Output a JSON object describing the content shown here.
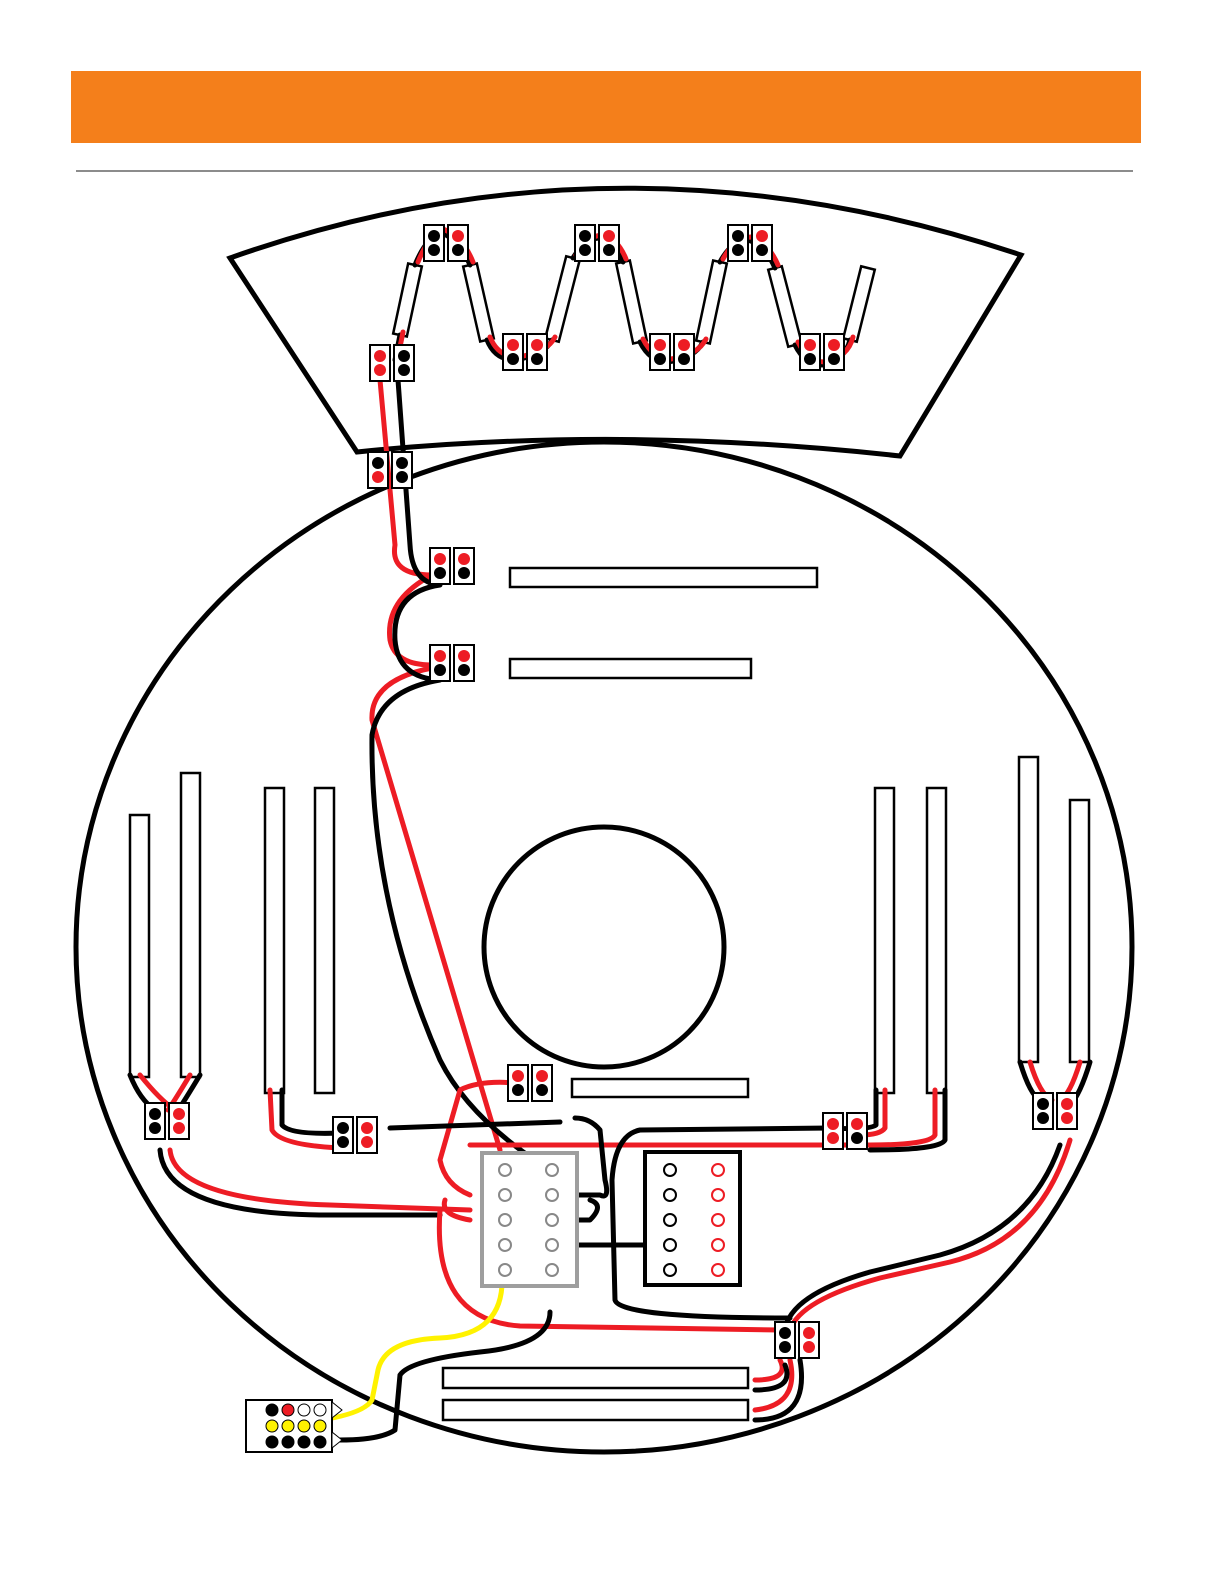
{
  "colors": {
    "header": "#F47F1B",
    "rule": "#8C8C8C",
    "wire_red": "#ED1C24",
    "wire_black": "#000000",
    "wire_yellow": "#FFF200",
    "grey_block": "#9E9E9E"
  },
  "diagram": {
    "kind": "wiring-layout",
    "wire_colors": [
      "red",
      "black",
      "yellow"
    ],
    "panels": [
      "upper-arc-panel",
      "main-circular-panel",
      "center-circle",
      "terminal-block",
      "side-terminal-panel",
      "input-connector"
    ]
  }
}
